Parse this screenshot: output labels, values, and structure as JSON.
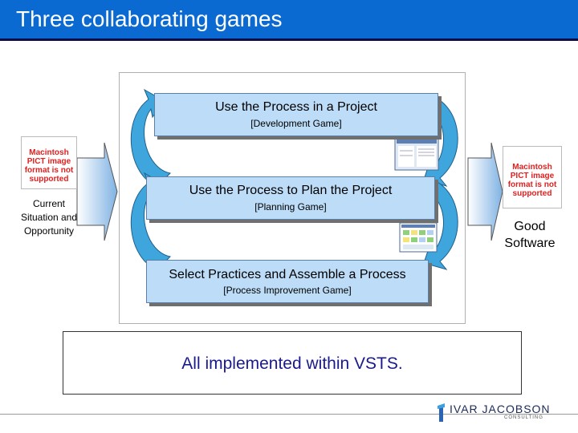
{
  "header": {
    "title": "Three collaborating games"
  },
  "diagram": {
    "games": [
      {
        "title": "Use the Process in a Project",
        "subtitle": "[Development Game]"
      },
      {
        "title": "Use the Process to Plan the Project",
        "subtitle": "[Planning Game]"
      },
      {
        "title": "Select Practices and Assemble a Process",
        "subtitle": "[Process Improvement Game]"
      }
    ],
    "input_label": "Current Situation and Opportunity",
    "output_label": "Good Software",
    "pict_placeholder": "Macintosh PICT image format is not supported"
  },
  "vsts": {
    "text": "All implemented within VSTS."
  },
  "footer": {
    "logo_main": "IVAR JACOBSON",
    "logo_sub": "CONSULTING"
  },
  "colors": {
    "header": "#0a6ad1",
    "bar_fill": "#bcdcf7",
    "arrow_fill": "#3fa6dd",
    "vsts_text": "#1a1a8c"
  }
}
